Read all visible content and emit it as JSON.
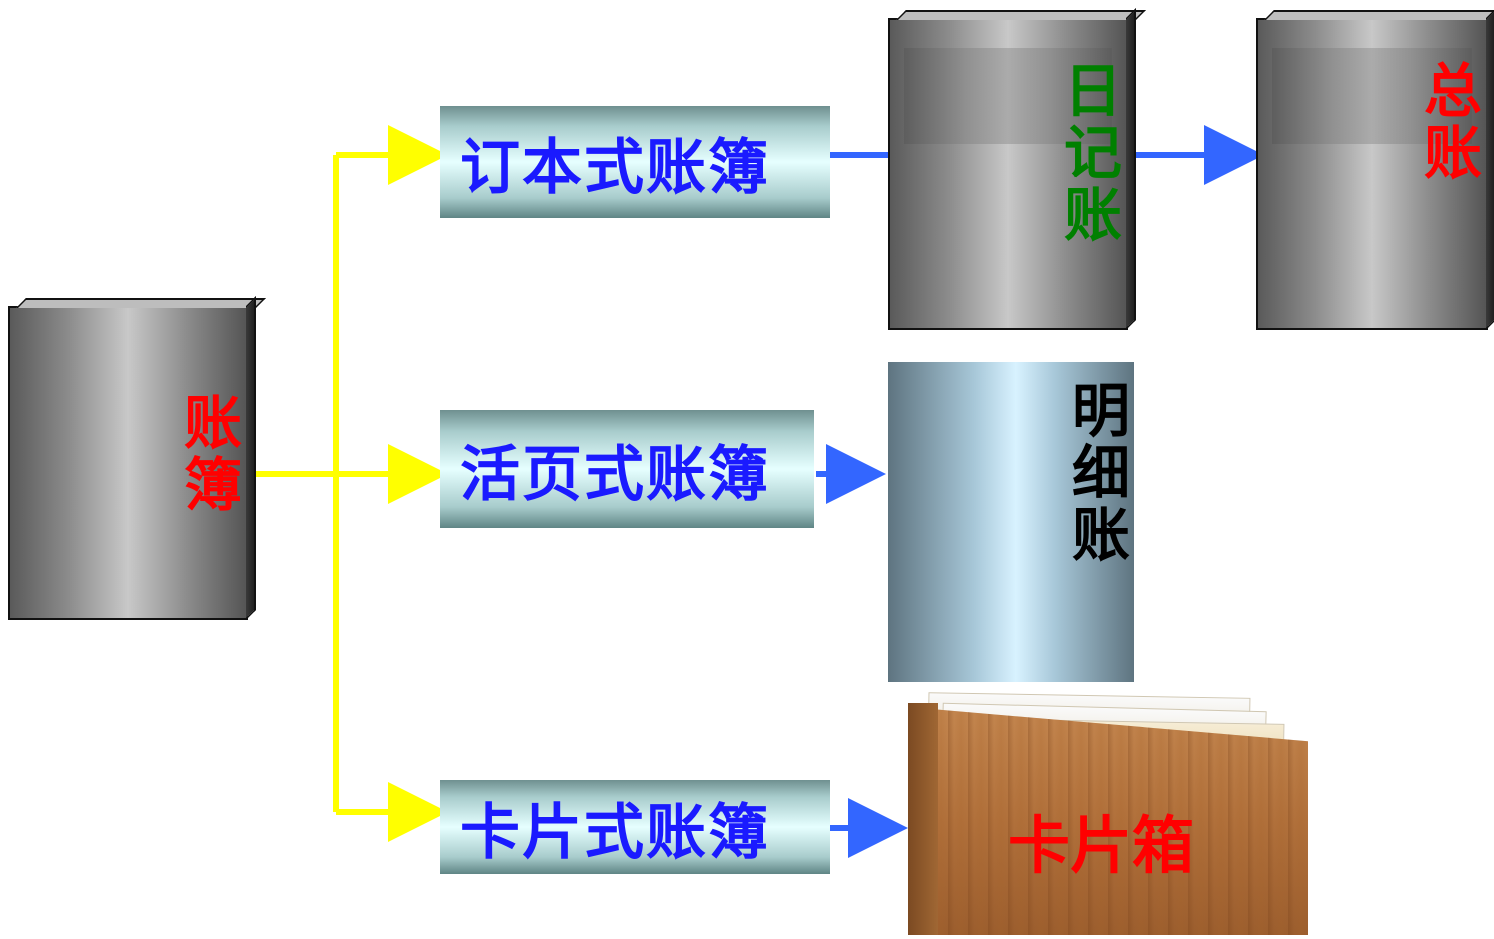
{
  "root": {
    "label": "账簿",
    "color": "#ff0000"
  },
  "types": [
    {
      "label": "订本式账簿",
      "color": "#1a1aff"
    },
    {
      "label": "活页式账簿",
      "color": "#1a1aff"
    },
    {
      "label": "卡片式账簿",
      "color": "#1a1aff"
    }
  ],
  "journal": {
    "label": "日记账",
    "color": "#008000"
  },
  "general_ledger": {
    "label": "总账",
    "color": "#ff0000"
  },
  "subsidiary_ledger": {
    "label": "明细账",
    "color": "#000000"
  },
  "card_box": {
    "label": "卡片箱",
    "color": "#ff0000"
  },
  "connector_colors": {
    "primary": "#ffff00",
    "secondary": "#3366ff"
  }
}
